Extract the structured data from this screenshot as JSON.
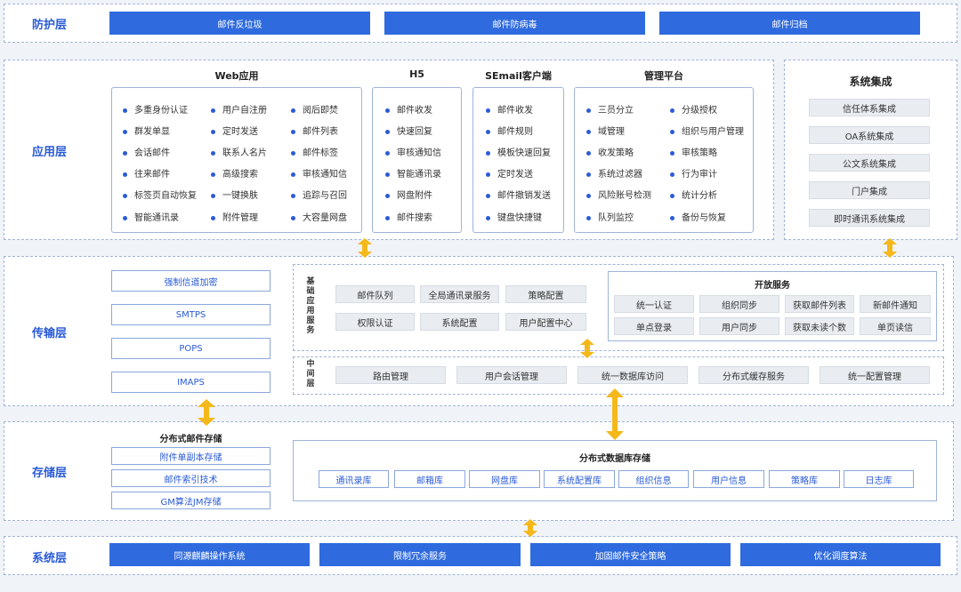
{
  "protection_layer": {
    "label": "防护层",
    "boxes": [
      "邮件反垃圾",
      "邮件防病毒",
      "邮件归档"
    ]
  },
  "application_layer": {
    "label": "应用层",
    "web": {
      "title": "Web应用",
      "col1": [
        "多重身份认证",
        "群发单显",
        "会话邮件",
        "往来邮件",
        "标签页自动恢复",
        "智能通讯录"
      ],
      "col2": [
        "用户自注册",
        "定时发送",
        "联系人名片",
        "高级搜索",
        "一键换肤",
        "附件管理"
      ],
      "col3": [
        "阅后即焚",
        "邮件列表",
        "邮件标签",
        "审核通知信",
        "追踪与召回",
        "大容量网盘"
      ]
    },
    "h5": {
      "title": "H5",
      "items": [
        "邮件收发",
        "快速回复",
        "审核通知信",
        "智能通讯录",
        "网盘附件",
        "邮件搜索"
      ]
    },
    "client": {
      "title": "SEmail客户端",
      "items": [
        "邮件收发",
        "邮件规则",
        "模板快速回复",
        "定时发送",
        "邮件撤销发送",
        "键盘快捷键"
      ]
    },
    "admin": {
      "title": "管理平台",
      "col1": [
        "三员分立",
        "域管理",
        "收发策略",
        "系统过滤器",
        "风险账号检测",
        "队列监控"
      ],
      "col2": [
        "分级授权",
        "组织与用户管理",
        "审核策略",
        "行为审计",
        "统计分析",
        "备份与恢复"
      ]
    },
    "integration": {
      "title": "系统集成",
      "items": [
        "信任体系集成",
        "OA系统集成",
        "公文系统集成",
        "门户集成",
        "即时通讯系统集成"
      ]
    }
  },
  "transport_layer": {
    "label": "传输层",
    "protocols": [
      "强制信道加密",
      "SMTPS",
      "POPS",
      "IMAPS"
    ],
    "basic_services": {
      "title": "基础应用服务",
      "row1": [
        "邮件队列",
        "全局通讯录服务",
        "策略配置"
      ],
      "row2": [
        "权限认证",
        "系统配置",
        "用户配置中心"
      ]
    },
    "open_services": {
      "title": "开放服务",
      "row1": [
        "统一认证",
        "组织同步",
        "获取邮件列表",
        "新邮件通知"
      ],
      "row2": [
        "单点登录",
        "用户同步",
        "获取未读个数",
        "单页读信"
      ]
    },
    "middle": {
      "title": "中间层",
      "items": [
        "路由管理",
        "用户会话管理",
        "统一数据库访问",
        "分布式缓存服务",
        "统一配置管理"
      ]
    }
  },
  "storage_layer": {
    "label": "存储层",
    "mail_storage": {
      "title": "分布式邮件存储",
      "items": [
        "附件单副本存储",
        "邮件索引技术",
        "GM算法JM存储"
      ]
    },
    "db_storage": {
      "title": "分布式数据库存储",
      "items": [
        "通讯录库",
        "邮箱库",
        "网盘库",
        "系统配置库",
        "组织信息",
        "用户信息",
        "策略库",
        "日志库"
      ]
    }
  },
  "system_layer": {
    "label": "系统层",
    "boxes": [
      "同源麒麟操作系统",
      "限制冗余服务",
      "加固邮件安全策略",
      "优化调度算法"
    ]
  },
  "colors": {
    "accent": "#2f6bde",
    "arrow": "#f5b81a",
    "label": "#2a5bd7"
  }
}
